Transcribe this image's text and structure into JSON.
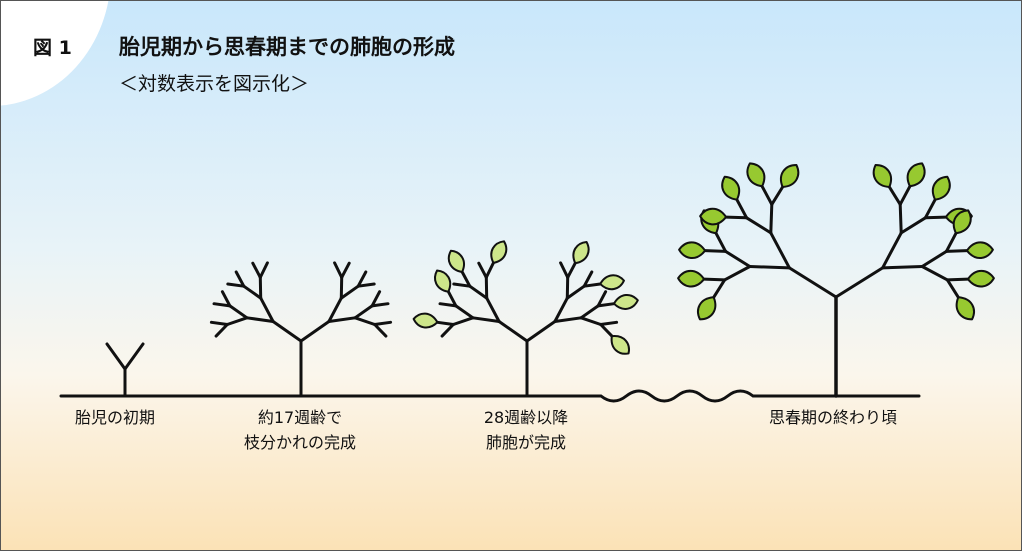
{
  "figure": {
    "label": "図 1",
    "title": "胎児期から思春期までの肺胞の形成",
    "subtitle": "＜対数表示を図示化＞"
  },
  "stages": [
    {
      "line1": "胎児の初期",
      "line2": ""
    },
    {
      "line1": "約17週齢で",
      "line2": "枝分かれの完成"
    },
    {
      "line1": "28週齢以降",
      "line2": "肺胞が完成"
    },
    {
      "line1": "思春期の終わり頃",
      "line2": ""
    }
  ],
  "colors": {
    "line": "#111111",
    "leaf_young": "#cde68a",
    "leaf_mature": "#97c930",
    "sky": "#c9e7fb",
    "ground": "#fbe2b6"
  }
}
